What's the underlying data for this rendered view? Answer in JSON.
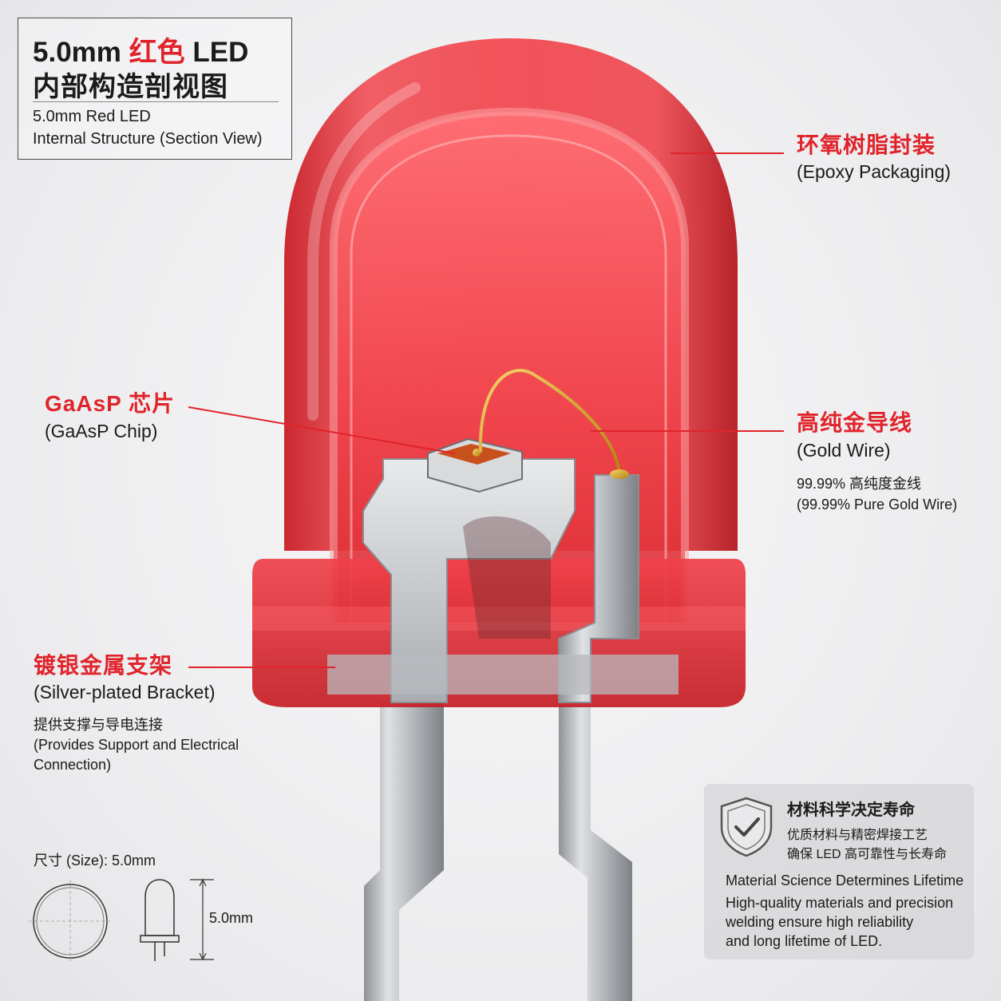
{
  "title": {
    "line1_prefix": "5.0mm ",
    "line1_red": "红色",
    "line1_suffix": " LED",
    "line2": "内部构造剖视图",
    "en_line1": "5.0mm Red LED",
    "en_line2": "Internal Structure (Section View)"
  },
  "labels": {
    "epoxy": {
      "cn": "环氧树脂封装",
      "en": "(Epoxy Packaging)"
    },
    "chip": {
      "cn": "GaAsP 芯片",
      "en": "(GaAsP Chip)"
    },
    "gold_wire": {
      "cn": "高纯金导线",
      "en": "(Gold Wire)",
      "detail_cn": "99.99% 高纯度金线",
      "detail_en": "(99.99% Pure Gold Wire)"
    },
    "bracket": {
      "cn": "镀银金属支架",
      "en": "(Silver-plated Bracket)",
      "detail_cn": "提供支撑与导电连接",
      "detail_en_1": "(Provides Support and Electrical",
      "detail_en_2": "Connection)"
    }
  },
  "size": {
    "label": "尺寸 (Size):  5.0mm",
    "dimension": "5.0mm"
  },
  "info_box": {
    "title_cn": "材料科学决定寿命",
    "line1_cn": "优质材料与精密焊接工艺",
    "line2_cn": "确保 LED 高可靠性与长寿命",
    "title_en": "Material Science Determines Lifetime",
    "line1_en": "High-quality materials and precision",
    "line2_en": "welding ensure high reliability",
    "line3_en": "and long lifetime of LED.",
    "icon": "shield-check-icon"
  },
  "colors": {
    "accent_red": "#e0242b",
    "epoxy_red": "#e8353c",
    "silver": "#b9bcc0",
    "gold": "#d9a520"
  }
}
